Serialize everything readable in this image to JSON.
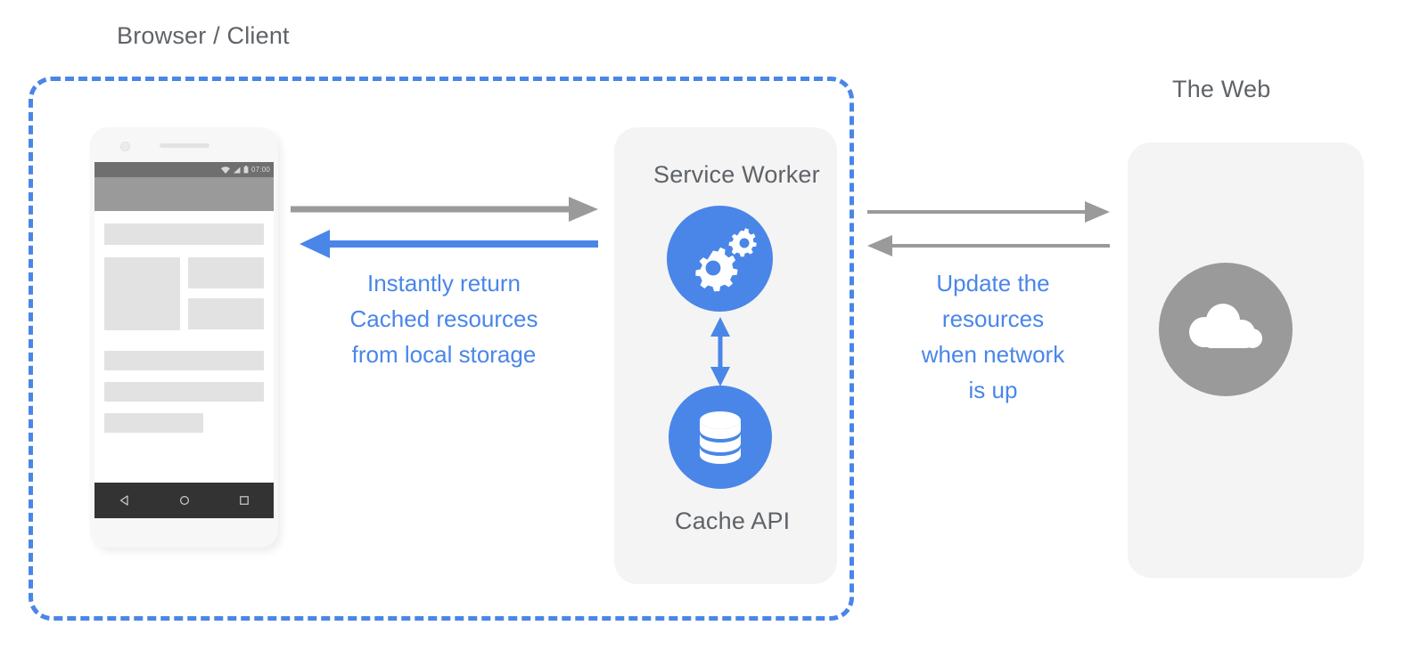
{
  "diagram": {
    "title_browser_client": "Browser / Client",
    "title_the_web": "The Web",
    "colors": {
      "accent_blue": "#4a86e8",
      "gray_text": "#5f6368",
      "panel_bg": "#f4f4f4",
      "cloud_circle": "#9a9a9a",
      "arrow_gray": "#9a9a9a"
    }
  },
  "phone": {
    "status_bar": {
      "time": "07:00",
      "icons": [
        "wifi-icon",
        "signal-icon",
        "battery-icon"
      ]
    },
    "nav_bar": {
      "buttons": [
        "back-triangle-icon",
        "home-circle-icon",
        "recents-square-icon"
      ]
    }
  },
  "service_worker": {
    "title": "Service Worker",
    "icon": "gears-icon"
  },
  "cache_api": {
    "title": "Cache API",
    "icon": "database-icon"
  },
  "the_web": {
    "title": "The Web",
    "icon": "cloud-icon"
  },
  "captions": {
    "cached": "Instantly return\nCached resources\nfrom local storage",
    "update": "Update the\nresources\nwhen network\nis up"
  },
  "arrows": {
    "request": "client-to-service-worker-request",
    "response": "service-worker-to-client-cached-response",
    "network_out": "service-worker-to-web-request",
    "network_in": "web-to-service-worker-response",
    "sw_cache": "service-worker-cache-bidirectional"
  }
}
